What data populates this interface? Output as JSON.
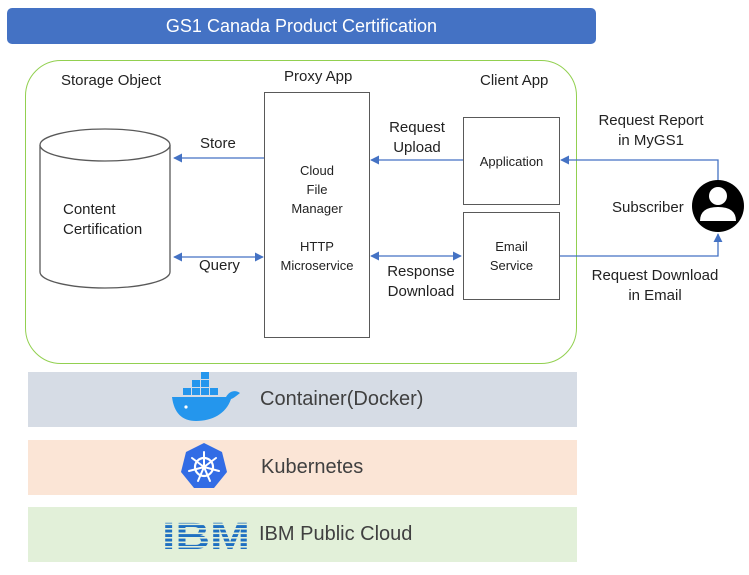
{
  "title": "GS1 Canada Product Certification",
  "colors": {
    "title_bg": "#4472c4",
    "outer_border": "#92d050",
    "arrow": "#4472c4",
    "box_border": "#595959",
    "docker_band": "#d6dce5",
    "kubernetes_band": "#fbe5d6",
    "ibm_band": "#e2f0d9",
    "docker_blue": "#2496ed",
    "kubernetes_blue": "#326ce5",
    "ibm_blue": "#1f70c1",
    "subscriber_icon": "#000000"
  },
  "sections": {
    "storage_object": "Storage Object",
    "proxy_app": "Proxy App",
    "client_app": "Client App"
  },
  "storage": {
    "line1": "Content",
    "line2": "Certification"
  },
  "proxy_box": {
    "line1": "Cloud",
    "line2": "File",
    "line3": "Manager",
    "line4": "HTTP",
    "line5": "Microservice"
  },
  "application_box": "Application",
  "email_box": {
    "line1": "Email",
    "line2": "Service"
  },
  "arrows": {
    "store": "Store",
    "query": "Query",
    "request_upload_1": "Request",
    "request_upload_2": "Upload",
    "response_download_1": "Response",
    "response_download_2": "Download",
    "request_report_1": "Request Report",
    "request_report_2": "in MyGS1",
    "request_download_1": "Request Download",
    "request_download_2": "in Email"
  },
  "subscriber": {
    "label": "Subscriber",
    "icon": "user-icon"
  },
  "layers": [
    {
      "label": "Container(Docker)",
      "icon": "docker-whale-icon"
    },
    {
      "label": "Kubernetes",
      "icon": "kubernetes-helm-icon"
    },
    {
      "label": "IBM Public Cloud",
      "icon": "ibm-logo",
      "logo_text": "IBM"
    }
  ]
}
